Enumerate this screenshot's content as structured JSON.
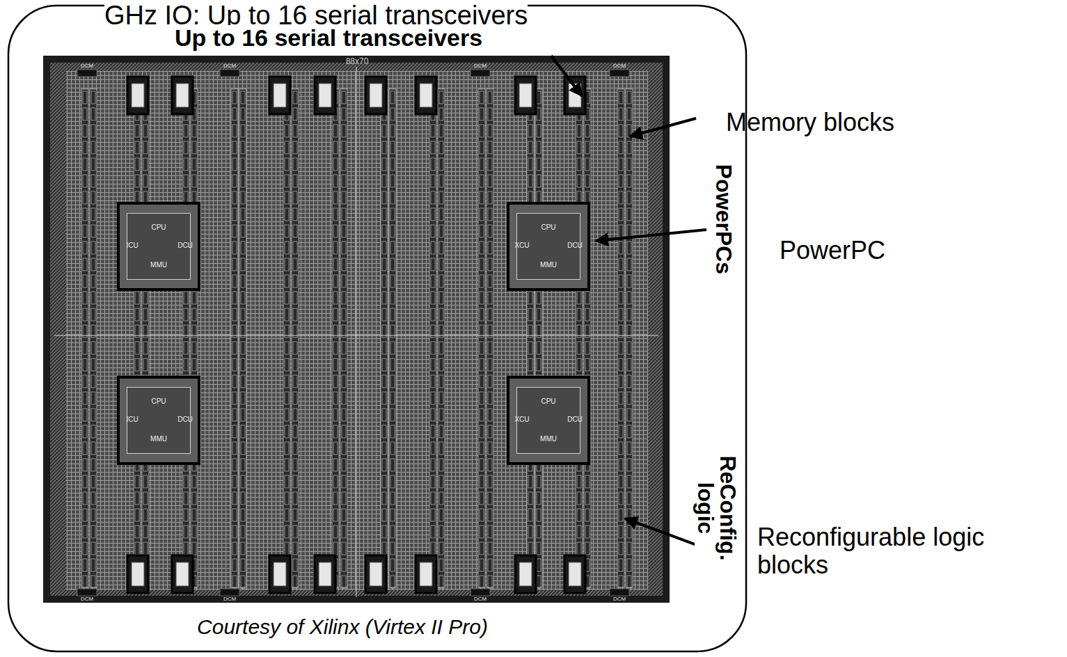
{
  "diagram": {
    "caption": "Courtesy of Xilinx (Virtex II Pro)",
    "nodes": [
      {
        "text": [
          "CPU",
          "ICU",
          "DCU",
          "MMU"
        ]
      },
      {
        "text": [
          "CPU",
          "XCU",
          "DCU",
          "MMU"
        ]
      },
      {
        "text": [
          "CPU",
          "ICU",
          "DCU",
          "MMU"
        ]
      },
      {
        "text": [
          "CPU",
          "XCU",
          "DCU",
          "MMU"
        ]
      }
    ],
    "labels": [
      "GHz IO: Up to 16 serial transceivers",
      "Up to 16 serial transceivers",
      "88x70",
      "Memory blocks",
      "PowerPCs",
      "PowerPC",
      "ReConfig. logic",
      "Reconfigurable logic blocks",
      "DCM",
      "DCM",
      "DCM",
      "DCM",
      "DCM",
      "DCM",
      "DCM",
      "DCM"
    ]
  }
}
